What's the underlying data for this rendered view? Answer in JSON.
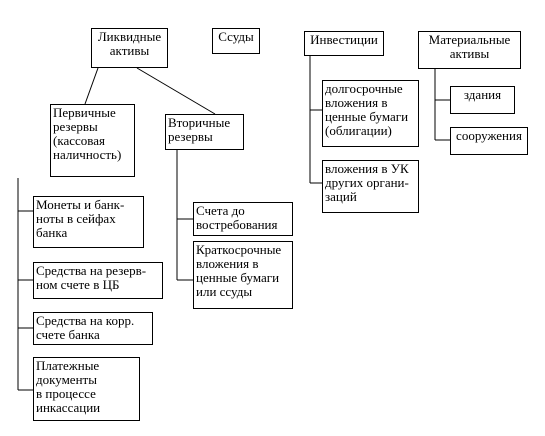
{
  "nodes": {
    "liquid": "Ликвидные\nактивы",
    "loans": "Ссуды",
    "investments": "Инвестиции",
    "material": "Материальные\nактивы",
    "primary": "Первичные\nрезервы\n(кассовая\nналичность)",
    "secondary": "Вторичные\nрезервы",
    "coins": "Монеты и банк-\nноты в сейфах\nбанка",
    "cb": "Средства на резерв-\nном счете в ЦБ",
    "corr": "Средства на корр.\nсчете банка",
    "payments": "Платежные\nдокументы\nв процессе\nинкассации",
    "demand": "Счета до\nвостребования",
    "shortterm": "Краткосрочные\nвложения в\nценные бумаги\nили ссуды",
    "longterm": "долгосрочные\nвложения в\nценные бумаги\n(облигации)",
    "uk": "вложения в УК\nдругих органи-\nзаций",
    "buildings": "здания",
    "structures": "сооружения"
  }
}
